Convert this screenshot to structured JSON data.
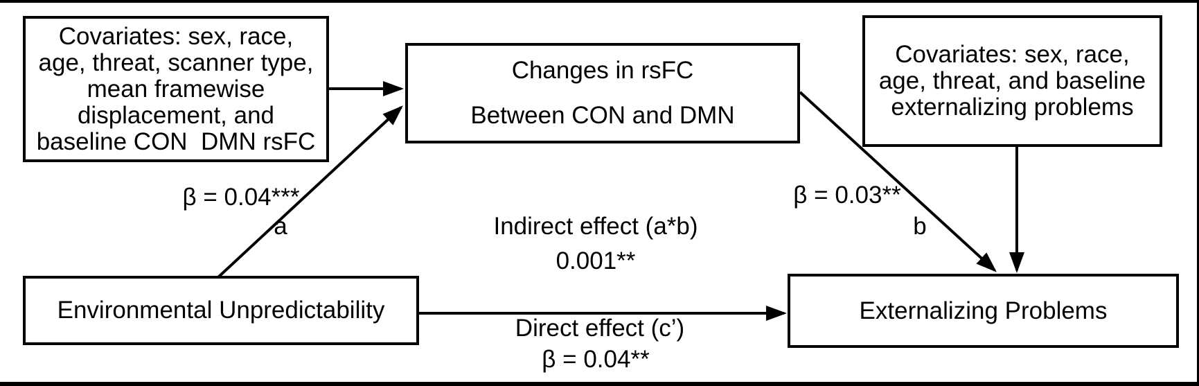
{
  "figure": {
    "type": "mediation-path-diagram",
    "colors": {
      "line": "#000000",
      "box_fill": "#ffffff",
      "text": "#000000",
      "background": "#ffffff"
    },
    "boxes": {
      "covariates_left": {
        "lines": [
          "Covariates: sex, race,",
          "age, threat, scanner type,",
          "mean framewise",
          "displacement, and",
          "baseline CON  DMN rsFC"
        ]
      },
      "mediator": {
        "lines": [
          "Changes in rsFC",
          "Between CON and DMN"
        ]
      },
      "covariates_right": {
        "lines": [
          "Covariates: sex, race,",
          "age, threat, and baseline",
          "externalizing problems"
        ]
      },
      "predictor": {
        "label": "Environmental Unpredictability"
      },
      "outcome": {
        "label": "Externalizing Problems"
      }
    },
    "path_labels": {
      "a_beta": "β = 0.04***",
      "a": "a",
      "indirect_effect": "Indirect effect (a*b)",
      "indirect_value": "0.001**",
      "b_beta": "β = 0.03**",
      "b": "b",
      "direct_effect": "Direct effect (c’)",
      "direct_beta": "β = 0.04**"
    }
  }
}
